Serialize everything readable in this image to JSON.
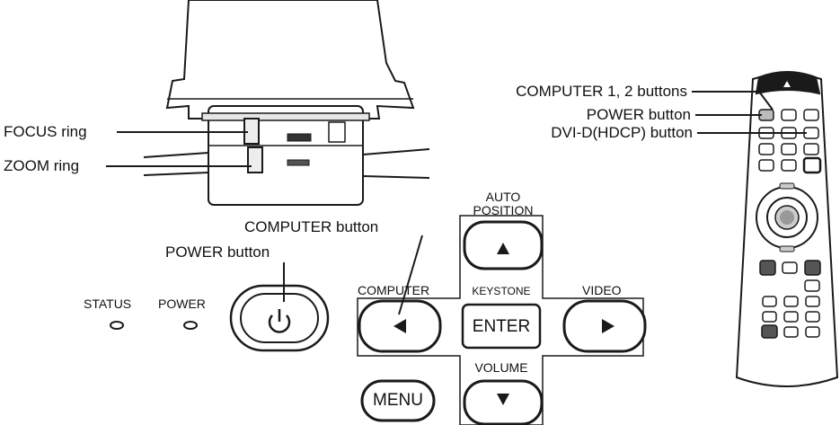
{
  "callouts": {
    "focus_ring": "FOCUS ring",
    "zoom_ring": "ZOOM ring",
    "computer_button": "COMPUTER button",
    "power_button": "POWER button",
    "remote_computer_buttons": "COMPUTER 1, 2 buttons",
    "remote_power_button": "POWER button",
    "remote_dvi_button": "DVI-D(HDCP) button"
  },
  "panel": {
    "status_label": "STATUS",
    "power_label": "POWER",
    "auto_position_line1": "AUTO",
    "auto_position_line2": "POSITION",
    "computer_label": "COMPUTER",
    "keystone_label": "KEYSTONE",
    "enter_label": "ENTER",
    "video_label": "VIDEO",
    "volume_label": "VOLUME",
    "menu_label": "MENU"
  },
  "icons": {
    "power": "power-symbol",
    "up": "triangle-up",
    "left": "triangle-left",
    "right": "triangle-right",
    "down": "triangle-down"
  },
  "colors": {
    "line": "#1a1a1a",
    "panel_fill": "#ffffff",
    "device_shade": "#d9d9d9"
  }
}
